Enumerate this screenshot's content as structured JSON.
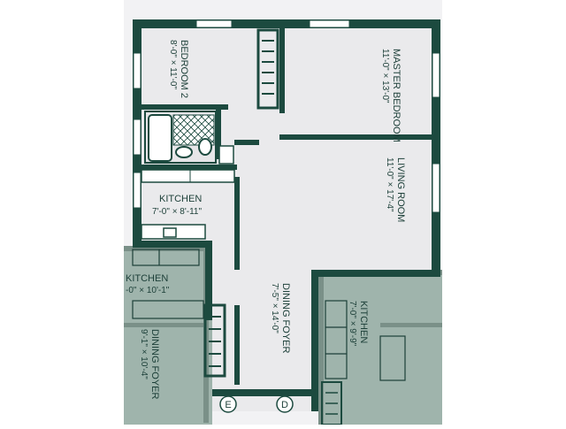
{
  "plan": {
    "colors": {
      "wall": "#1c4a3f",
      "floor": "#eaeaec",
      "neighbor": "#8aa39a",
      "neighbor_floor": "#9fb4ac",
      "fixture": "#ffffff"
    },
    "rooms": {
      "bedroom2": {
        "name": "BEDROOM 2",
        "dims": "8'-0\" × 11'-0\""
      },
      "master": {
        "name": "MASTER BEDROOM",
        "dims": "11'-0\" × 13'-0\""
      },
      "kitchen": {
        "name": "KITCHEN",
        "dims": "7'-0\" × 8'-11\""
      },
      "living": {
        "name": "LIVING ROOM",
        "dims": "11'-0\" × 17'-4\""
      },
      "dining": {
        "name": "DINING FOYER",
        "dims": "7'-5\" × 14'-0\""
      }
    },
    "neighbors": {
      "kitchen_left": {
        "name": "KITCHEN",
        "dims": "-0\" × 10'-1\""
      },
      "dining_left": {
        "name": "DINING FOYER",
        "dims": "9'-1\" × 10'-4\""
      },
      "kitchen_right": {
        "name": "KITCHEN",
        "dims": "7'-0\" × 9'-9\""
      }
    },
    "markers": {
      "e": "E",
      "d": "D"
    }
  }
}
